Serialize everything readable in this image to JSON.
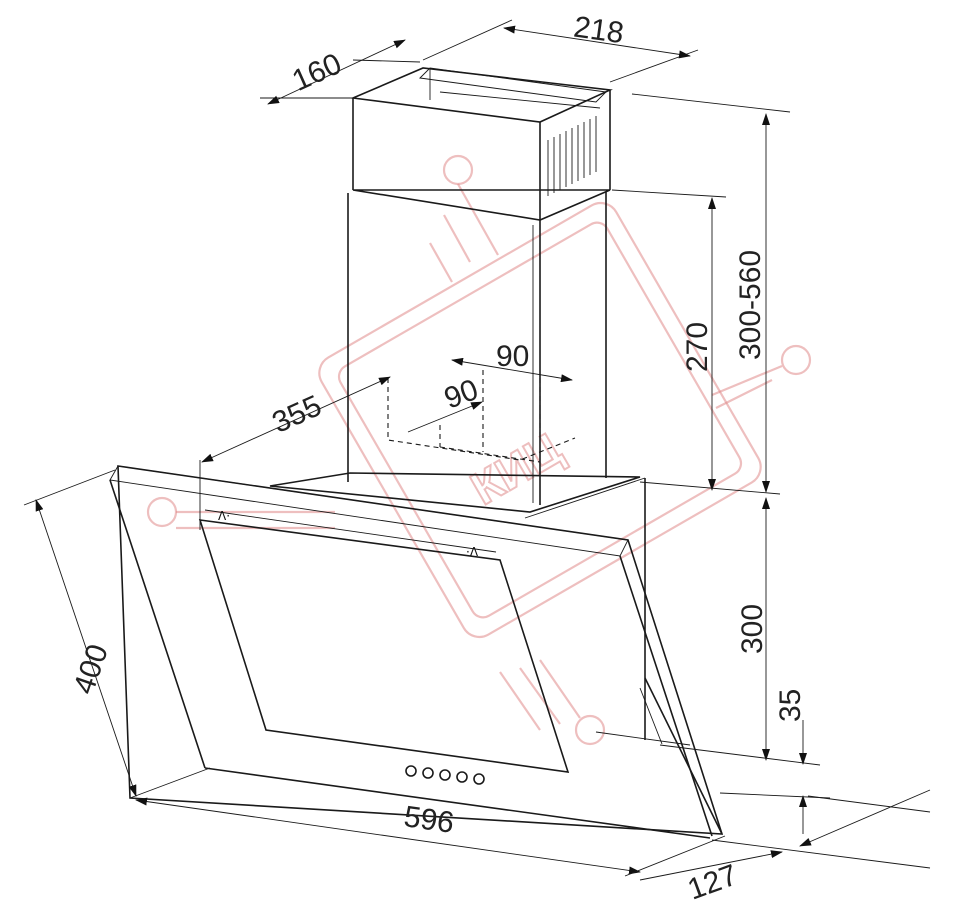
{
  "dimensions": {
    "duct_width": "218",
    "duct_depth": "160",
    "chimney_total_height": "300-560",
    "upper_duct_height": "270",
    "outlet_width": "90",
    "outlet_depth": "90",
    "wall_offset": "355",
    "glass_height": "400",
    "lower_height": "300",
    "bottom_thickness": "35",
    "width": "596",
    "depth": "127"
  },
  "watermark": {
    "text": "КИЦ",
    "color": "#e08a8a"
  },
  "colors": {
    "lines": "#1a1a1a",
    "background": "#ffffff"
  }
}
